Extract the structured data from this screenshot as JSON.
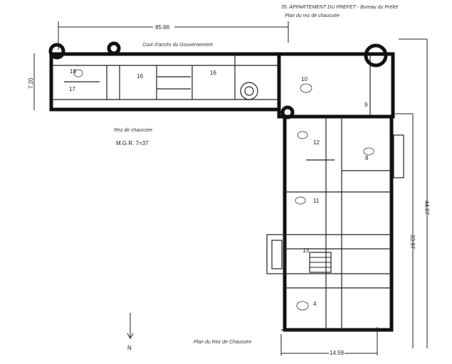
{
  "header": {
    "title_line1": "35. APPARTEMENT DU PREFET - Bureau du Préfet",
    "title_line2": "Plan du rez de chaussée"
  },
  "annotations": {
    "courtyard_note": "Cour d'accès du Gouvernement",
    "floor_label": "Rez de chaussée",
    "scale_ref": "M.G.R. 7=37",
    "plan_caption": "Plan du Rez de Chaussée",
    "north_label": "N"
  },
  "dimensions": {
    "top_width": "85.66",
    "left_depth": "7.20",
    "right_overall": "44.07",
    "right_inner": "33.97",
    "bottom_width": "14.59"
  },
  "rooms": [
    "18",
    "17",
    "16",
    "16",
    "10",
    "12",
    "11",
    "9",
    "8",
    "13",
    "4"
  ]
}
